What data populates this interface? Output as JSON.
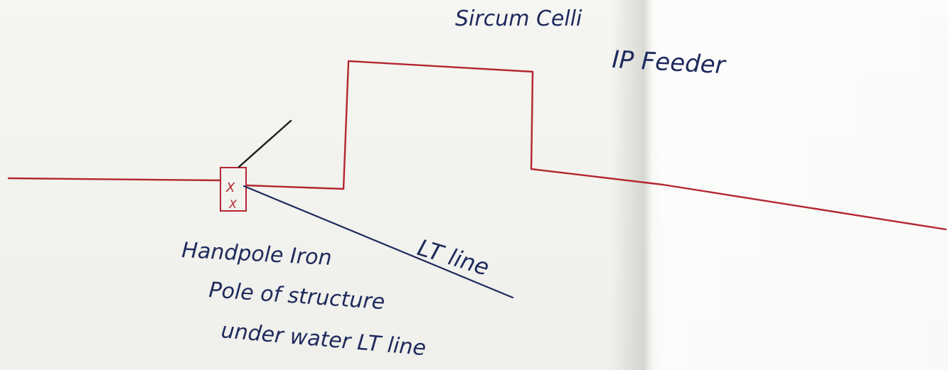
{
  "colors": {
    "line": "#b3262e",
    "ink": "#1e2a5c",
    "pen_dark": "#1c1c1c"
  },
  "labels": {
    "top_name": "Sircum Celli",
    "feeder": "IP Feeder",
    "lt_line": "LT line",
    "bottom_line1": "Handpole Iron",
    "bottom_line2": "Pole of structure",
    "bottom_line3": "under water LT line",
    "switch_mark": "X"
  }
}
